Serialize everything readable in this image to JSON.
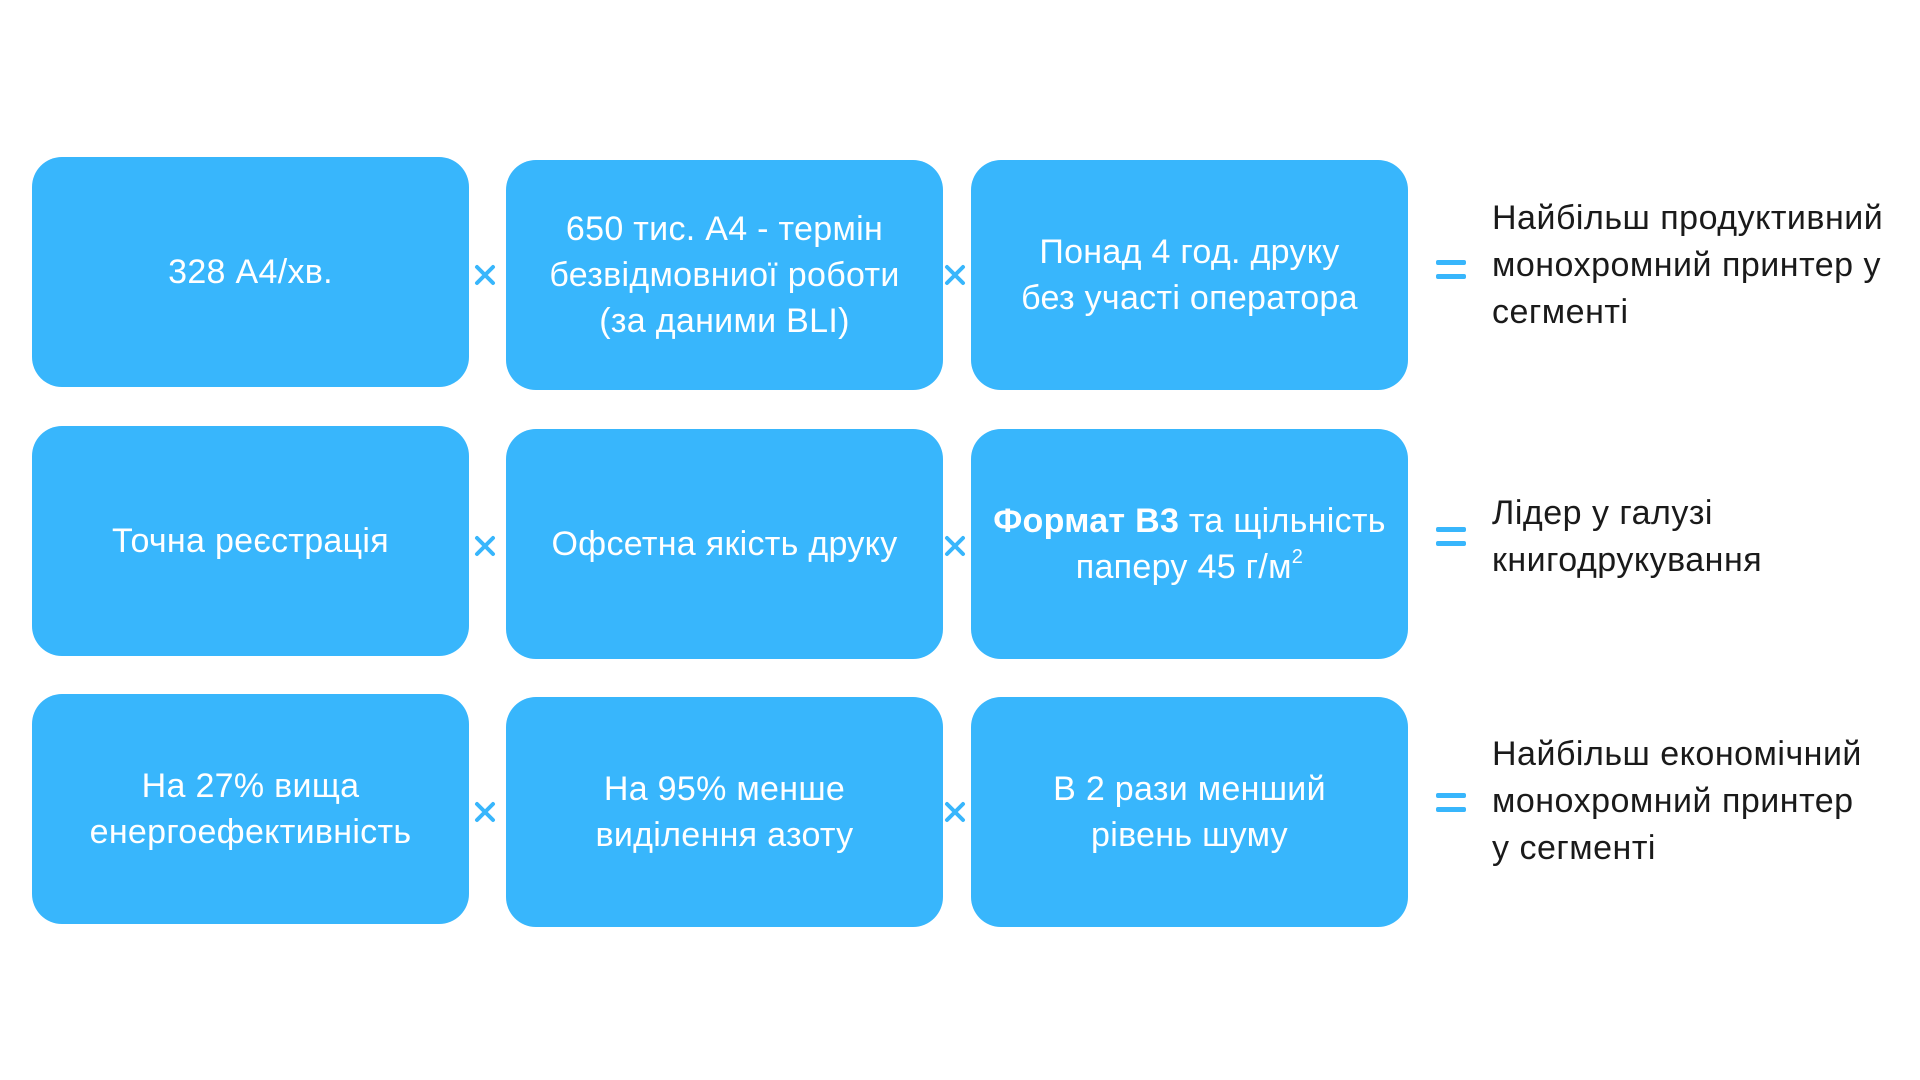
{
  "colors": {
    "box_fill": "#38b6fc",
    "operator": "#38b6fc",
    "result_text": "#1a1a1a",
    "box_text": "#ffffff"
  },
  "rows": [
    {
      "boxes": [
        {
          "lines": [
            "328 А4/хв."
          ]
        },
        {
          "lines": [
            "650 тис. А4 - термін",
            "безвідмовниої роботи",
            "(за даними BLI)"
          ]
        },
        {
          "lines": [
            "Понад 4 год. друку",
            "без участі оператора"
          ]
        }
      ],
      "result_lines": [
        "Найбільш продуктивний",
        "монохромний принтер у",
        "сегменті"
      ]
    },
    {
      "boxes": [
        {
          "lines": [
            "Точна реєстрація"
          ]
        },
        {
          "lines": [
            "Офсетна якість друку"
          ]
        },
        {
          "bold": "Формат В3",
          "rest": " та щільність",
          "line2": "паперу 45 г/м",
          "sup": "2"
        }
      ],
      "result_lines": [
        "Лідер у галузі",
        "книгодрукування"
      ]
    },
    {
      "boxes": [
        {
          "lines": [
            "На 27% вища",
            "енергоефективність"
          ]
        },
        {
          "lines": [
            "На 95% менше",
            "виділення азоту"
          ]
        },
        {
          "lines": [
            "В 2 рази менший",
            "рівень шуму"
          ]
        }
      ],
      "result_lines": [
        "Найбільш економічний",
        "монохромний принтер",
        "у сегменті"
      ]
    }
  ]
}
